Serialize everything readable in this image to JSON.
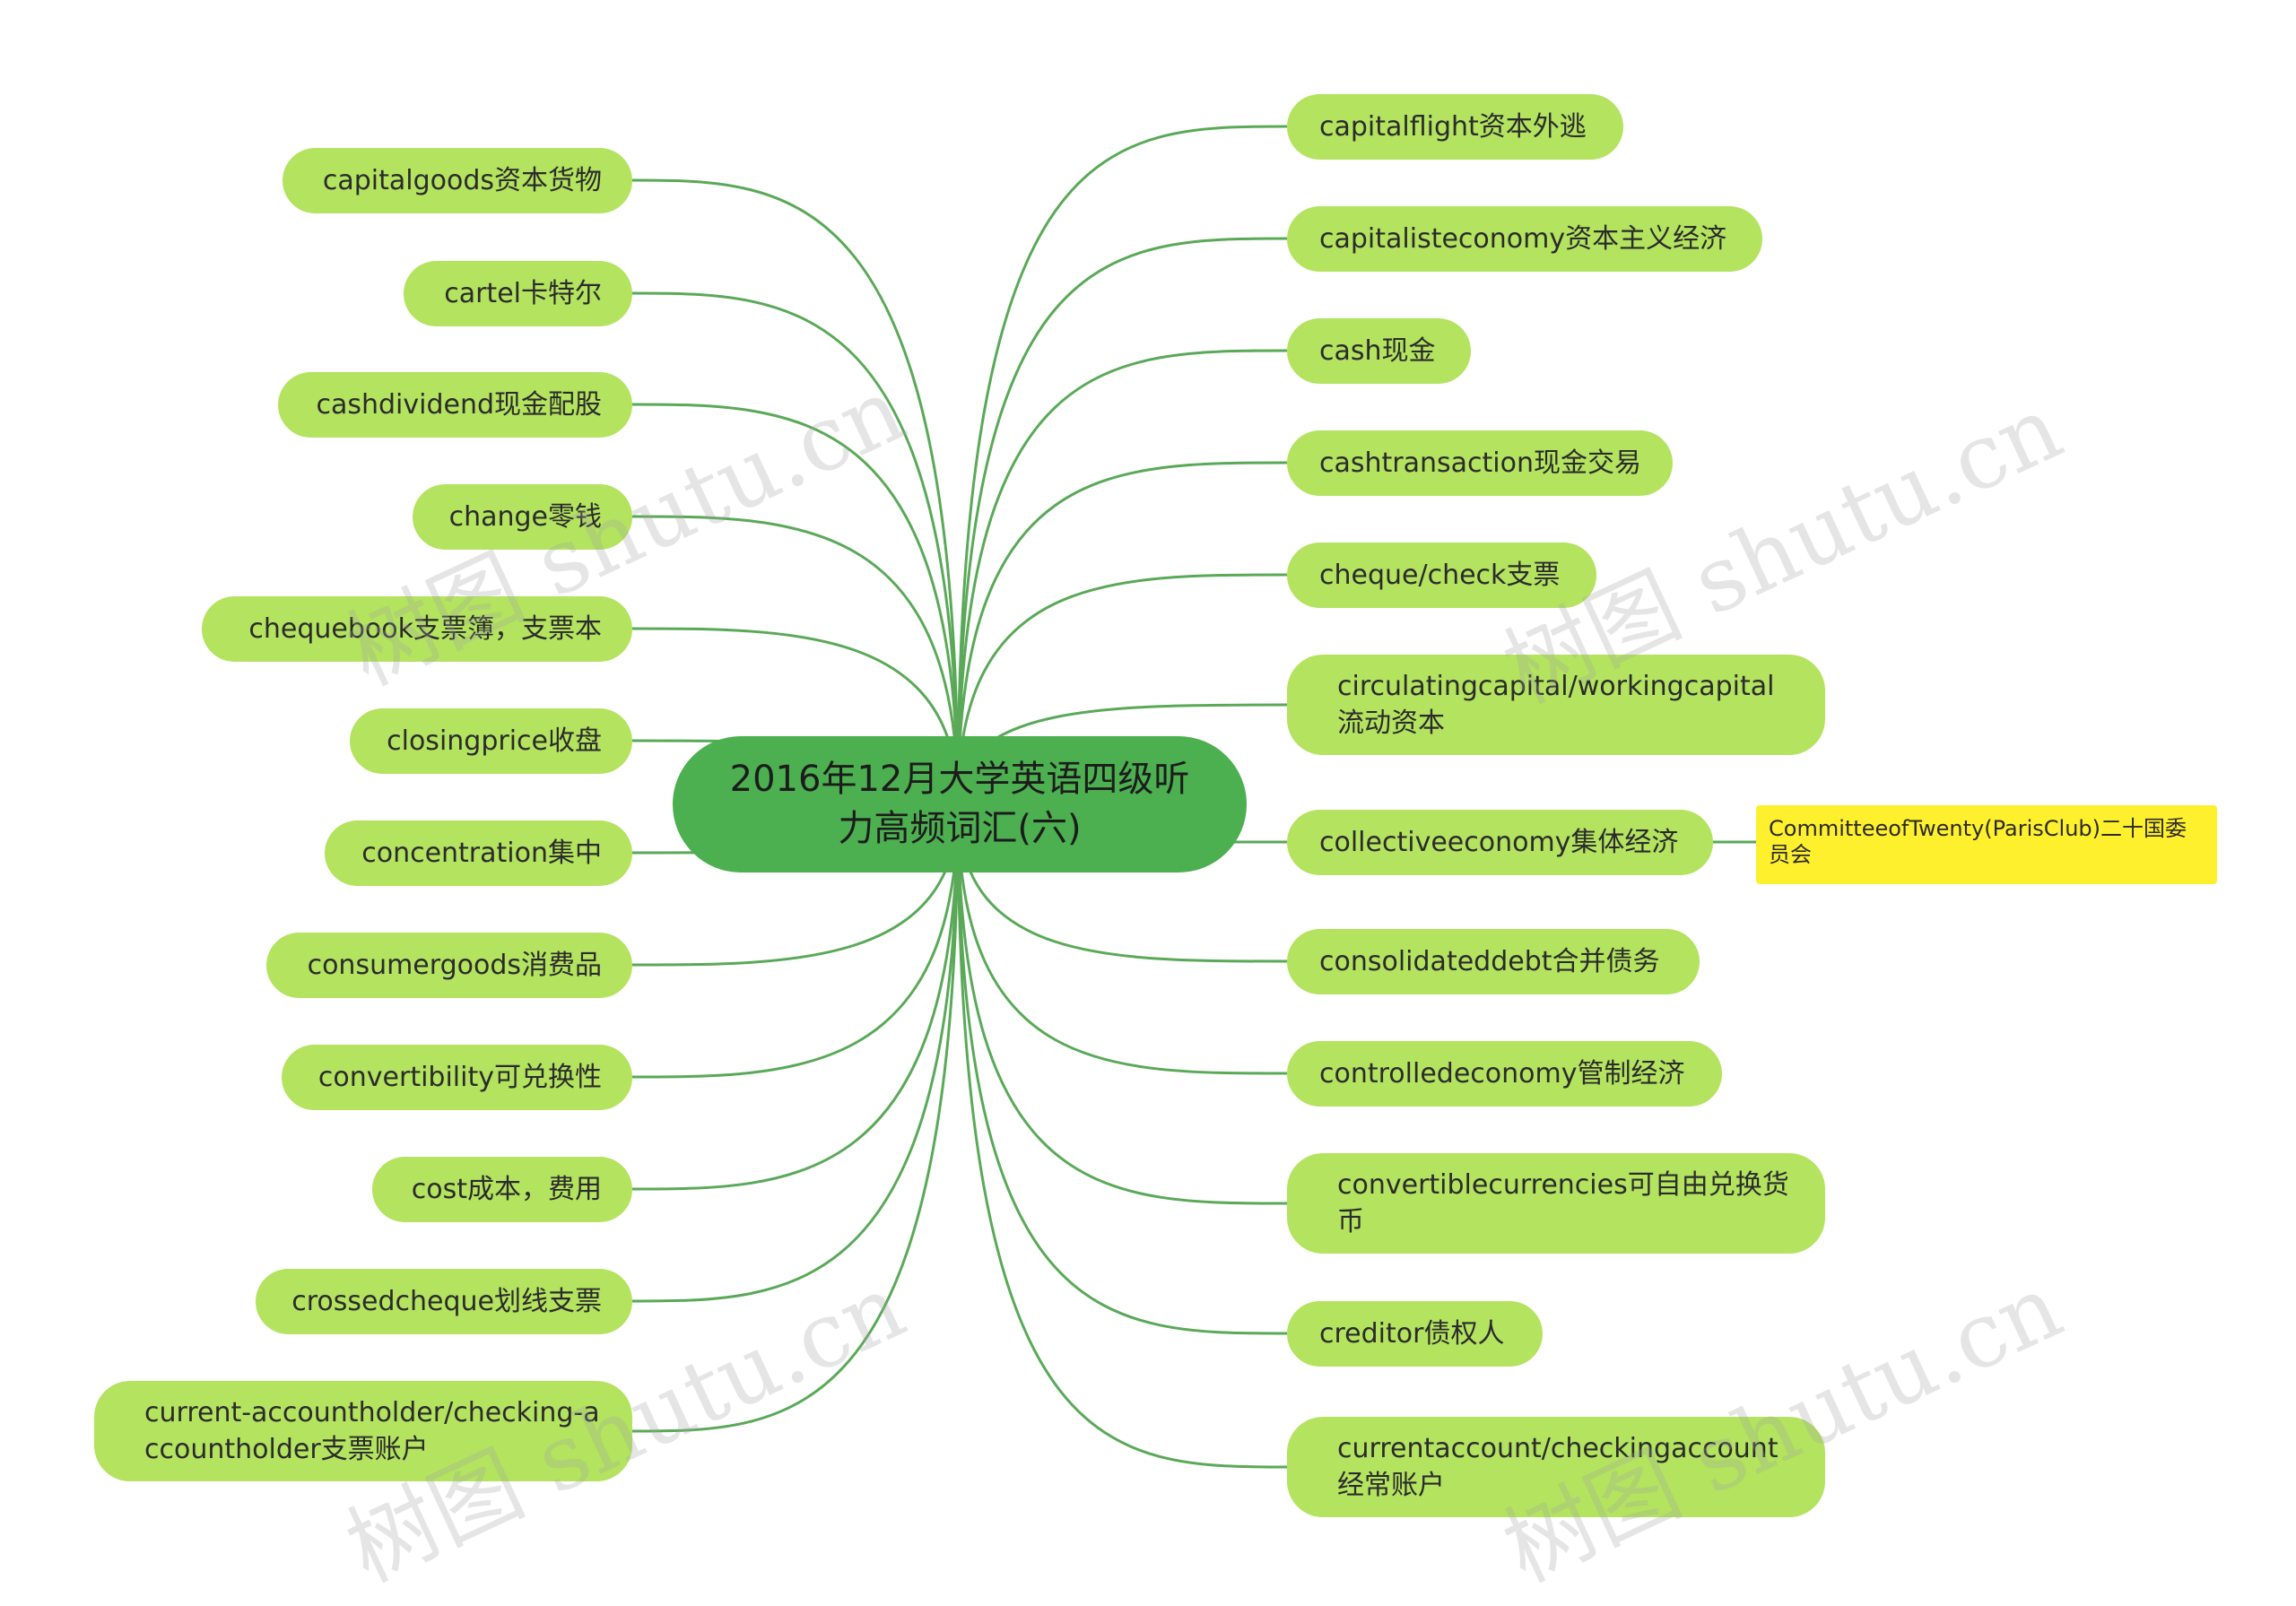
{
  "root": {
    "title": "2016年12月大学英语四级听力高频词汇(六)"
  },
  "left_nodes": [
    "capitalgoods资本货物",
    "cartel卡特尔",
    "cashdividend现金配股",
    "change零钱",
    "chequebook支票簿，支票本",
    "closingprice收盘",
    "concentration集中",
    "consumergoods消费品",
    "convertibility可兑换性",
    "cost成本，费用",
    "crossedcheque划线支票",
    "current-accountholder/checking-accountholder支票账户"
  ],
  "right_nodes": [
    "capitalflight资本外逃",
    "capitalisteconomy资本主义经济",
    "cash现金",
    "cashtransaction现金交易",
    "cheque/check支票",
    "circulatingcapital/workingcapital流动资本",
    "collectiveeconomy集体经济",
    "consolidateddebt合并债务",
    "controlledeconomy管制经济",
    "convertiblecurrencies可自由兑换货币",
    "creditor债权人",
    "currentaccount/checkingaccount经常账户"
  ],
  "note": {
    "text": "CommitteeofTwenty(ParisClub)二十国委员会"
  },
  "watermark": "树图 shutu.cn",
  "colors": {
    "root": "#4caf50",
    "node": "#b3e35f",
    "link": "#5aa958",
    "note": "#fff02e"
  }
}
